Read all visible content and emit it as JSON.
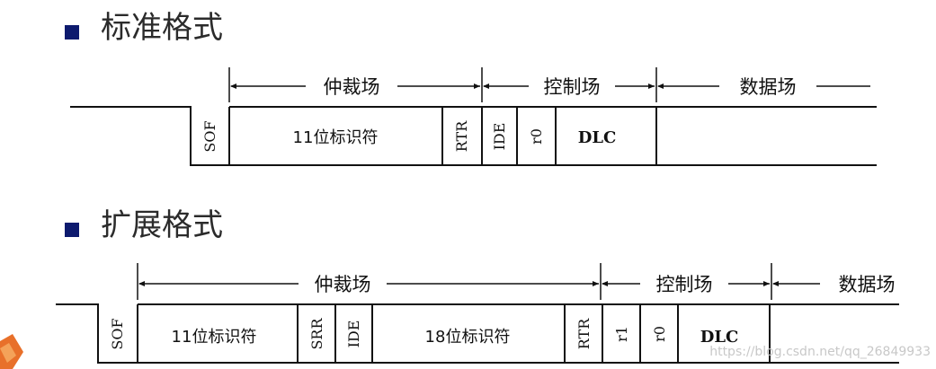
{
  "standard": {
    "title": "标准格式",
    "arbitration_label": "仲裁场",
    "control_label": "控制场",
    "data_label": "数据场",
    "fields": {
      "sof": "SOF",
      "identifier": "11位标识符",
      "rtr": "RTR",
      "ide": "IDE",
      "r0": "r0",
      "dlc": "DLC"
    }
  },
  "extended": {
    "title": "扩展格式",
    "arbitration_label": "仲裁场",
    "control_label": "控制场",
    "data_label": "数据场",
    "fields": {
      "sof": "SOF",
      "identifier_base": "11位标识符",
      "srr": "SRR",
      "ide": "IDE",
      "identifier_ext": "18位标识符",
      "rtr": "RTR",
      "r1": "r1",
      "r0": "r0",
      "dlc": "DLC"
    }
  },
  "watermark": "https://blog.csdn.net/qq_26849933",
  "colors": {
    "bullet": "#0d1a6e",
    "line": "#111111",
    "logo": "#e8702a"
  }
}
